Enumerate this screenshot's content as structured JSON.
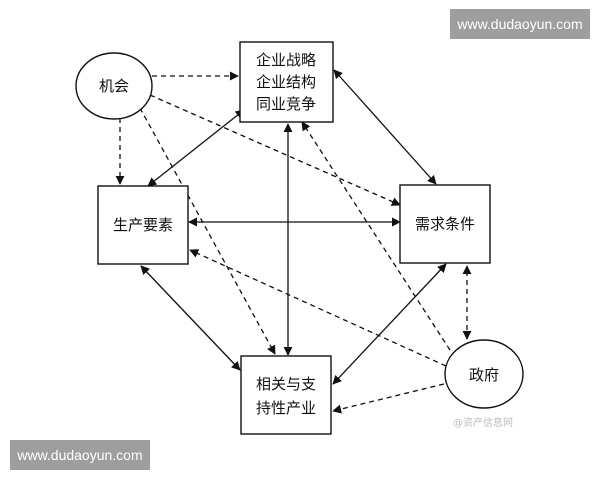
{
  "watermark": {
    "text": "www.dudaoyun.com"
  },
  "credit": "@资产信息网",
  "nodes": {
    "chance": {
      "label": "机会"
    },
    "strategy": {
      "lines": [
        "企业战略",
        "企业结构",
        "同业竞争"
      ]
    },
    "factor": {
      "label": "生产要素"
    },
    "demand": {
      "label": "需求条件"
    },
    "related": {
      "lines": [
        "相关与支",
        "持性产业"
      ]
    },
    "government": {
      "label": "政府"
    }
  },
  "colors": {
    "stroke": "#111111",
    "watermark_bg": "#9e9e9e",
    "watermark_text": "#ffffff"
  }
}
